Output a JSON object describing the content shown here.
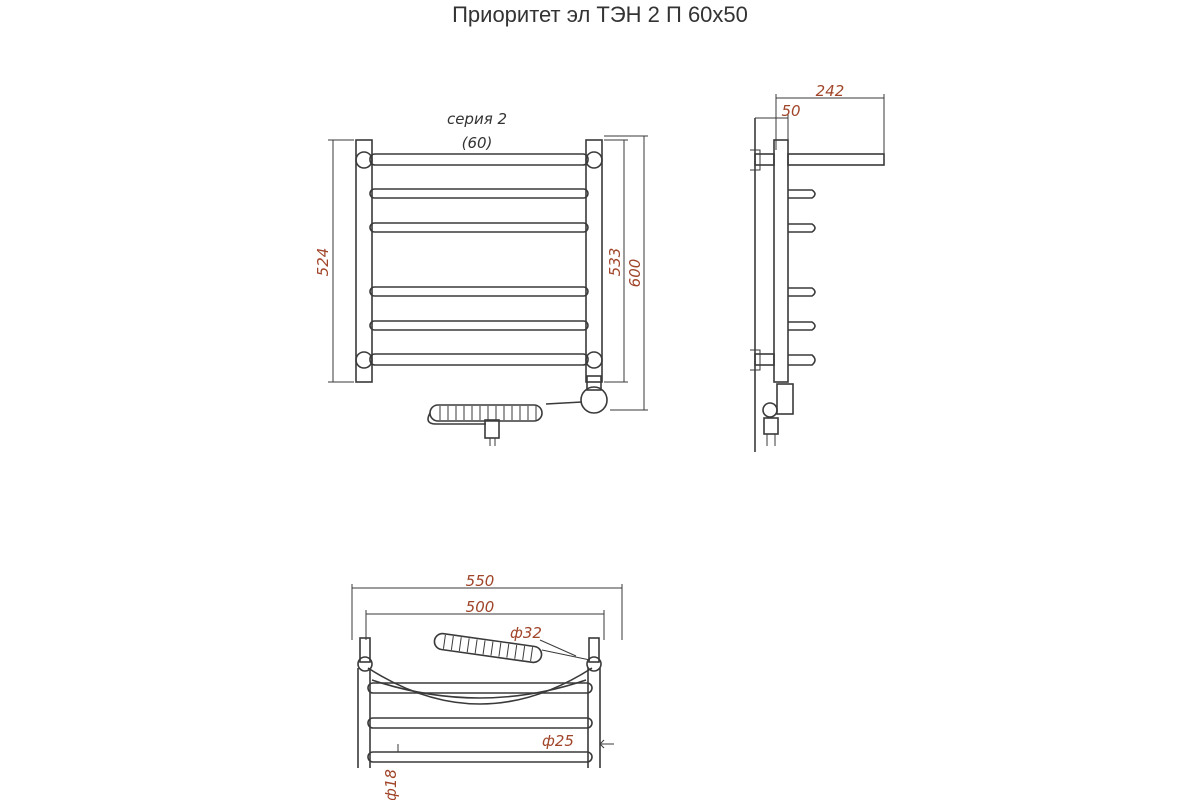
{
  "title": "Приоритет эл ТЭН 2 П 60х50",
  "front_view": {
    "series_label": "серия 2",
    "series_value": "(60)",
    "dim_height_pipe": "524",
    "dim_height_axes": "533",
    "dim_height_total": "600"
  },
  "side_view": {
    "dim_depth_total": "242",
    "dim_wall_offset": "50"
  },
  "top_view": {
    "dim_width_total": "550",
    "dim_axis_distance": "500",
    "dim_collector_diameter": "ф32",
    "dim_rung_diameter": "ф25",
    "dim_small_diameter": "ф18"
  }
}
